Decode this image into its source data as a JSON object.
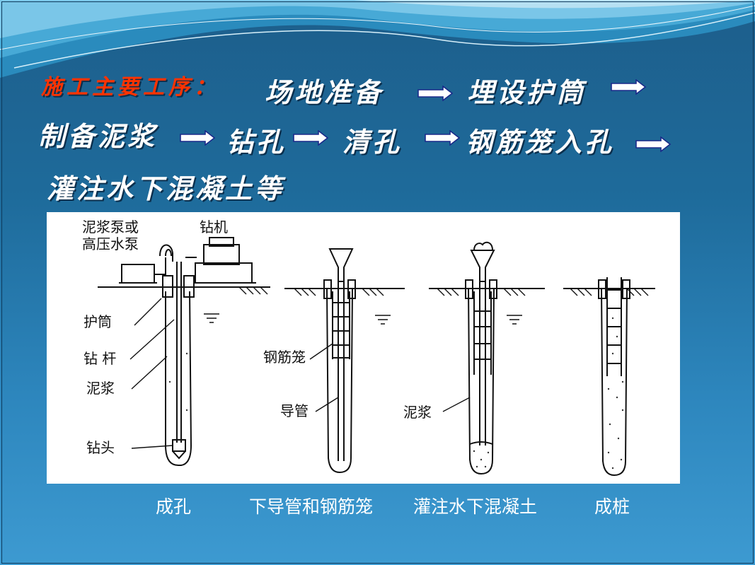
{
  "title_label": "施工主要工序：",
  "steps": [
    "场地准备",
    "埋设护筒",
    "制备泥浆",
    "钻孔",
    "清孔",
    "钢筋笼入孔",
    "灌注水下混凝土等"
  ],
  "colors": {
    "title": "#ff3300",
    "text": "#ffffff",
    "arrow_fill": "#ffffff",
    "arrow_stroke": "#1a2a8a"
  },
  "diagram": {
    "equipment_labels": [
      "泥浆泵或",
      "高压水泵",
      "钻机"
    ],
    "part_labels": [
      "护筒",
      "钻 杆",
      "泥浆",
      "钻头",
      "钢筋笼",
      "导管",
      "泥浆"
    ]
  },
  "captions": [
    "成孔",
    "下导管和钢筋笼",
    "灌注水下混凝土",
    "成桩"
  ]
}
